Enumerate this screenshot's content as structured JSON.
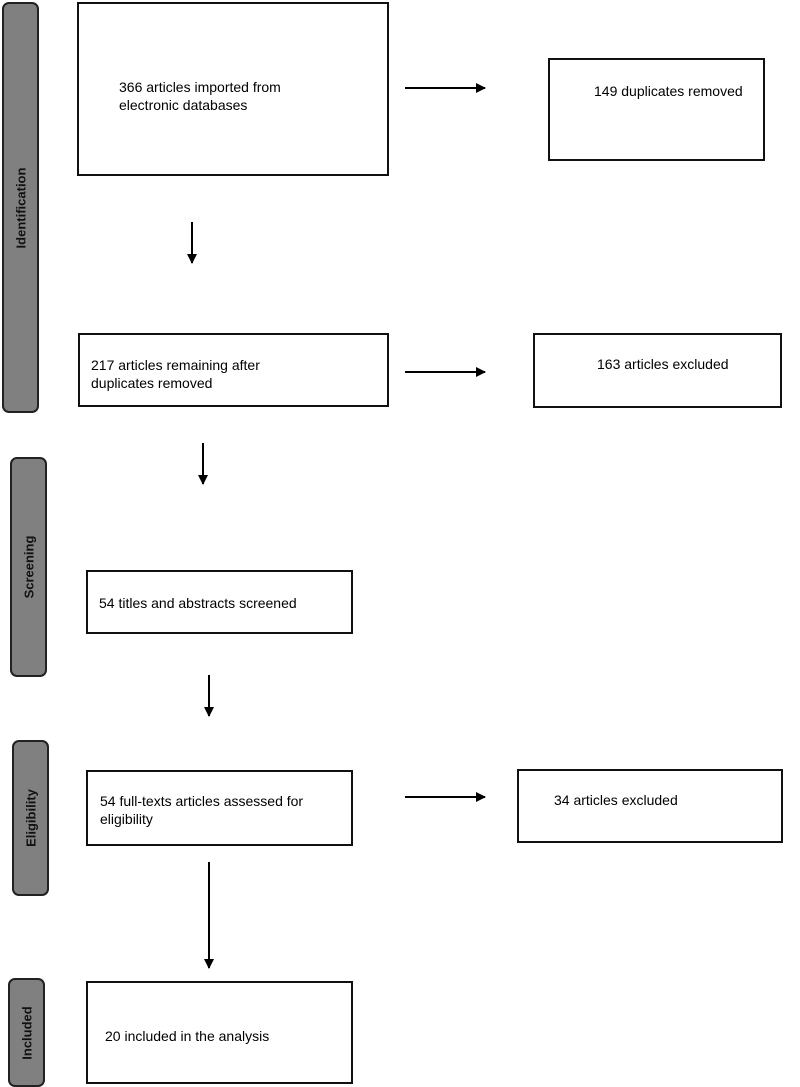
{
  "stages": [
    "Identification",
    "Screening",
    "Eligibility",
    "Included"
  ],
  "boxes": {
    "imported": "366 articles imported from electronic databases",
    "duplicates": "149 duplicates removed",
    "remaining": "217 articles remaining after duplicates removed",
    "excluded1": "163 articles excluded",
    "screened": "54 titles and abstracts screened",
    "fulltext": "54 full-texts articles assessed for eligibility",
    "excluded2": "34 articles excluded",
    "included": "20 included in the analysis"
  },
  "colors": {
    "stage_fill": "#808080",
    "line": "#000000"
  }
}
